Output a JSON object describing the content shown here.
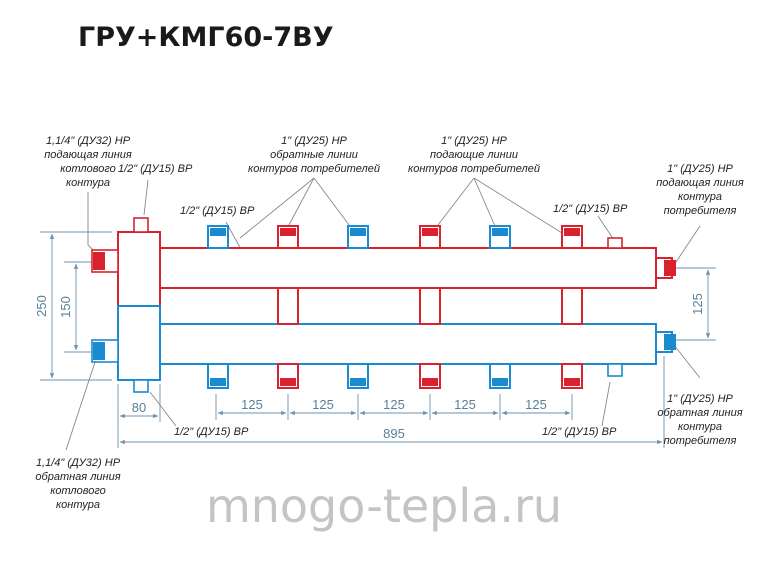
{
  "title": "ГРУ+КМГ60-7ВУ",
  "watermark": "mnogo-tepla.ru",
  "colors": {
    "red": "#d8232f",
    "blue": "#1b8bd0",
    "dim": "#6d93b0"
  },
  "labels": {
    "tl_1": "1,1/4\" (ДУ32) НР",
    "tl_2": "подающая линия",
    "tl_3": "котлового",
    "tl_4": "контура",
    "hl_vr_1": "1/2\" (ДУ15) ВР",
    "hl_vr_2": "1/2\" (ДУ15) ВР",
    "ret_1": "1\" (ДУ25) НР",
    "ret_2": "обратные линии",
    "ret_3": "контуров потребителей",
    "sup_1": "1\" (ДУ25) НР",
    "sup_2": "подающие линии",
    "sup_3": "контуров потребителей",
    "vr_right_top": "1/2\" (ДУ15) ВР",
    "tr_1": "1\" (ДУ25) НР",
    "tr_2": "подающая линия",
    "tr_3": "контура",
    "tr_4": "потребителя",
    "br_1": "1\" (ДУ25) НР",
    "br_2": "обратная линия",
    "br_3": "контура",
    "br_4": "потребителя",
    "vr_bottom_left": "1/2\" (ДУ15) ВР",
    "vr_bottom_right": "1/2\" (ДУ15) ВР",
    "bl_1": "1,1/4\" (ДУ32) НР",
    "bl_2": "обратная линия",
    "bl_3": "котлового",
    "bl_4": "контура"
  },
  "dimensions": {
    "d250": "250",
    "d150": "150",
    "d80": "80",
    "d125_right": "125",
    "d895": "895",
    "spacings": [
      "125",
      "125",
      "125",
      "125",
      "125"
    ]
  }
}
